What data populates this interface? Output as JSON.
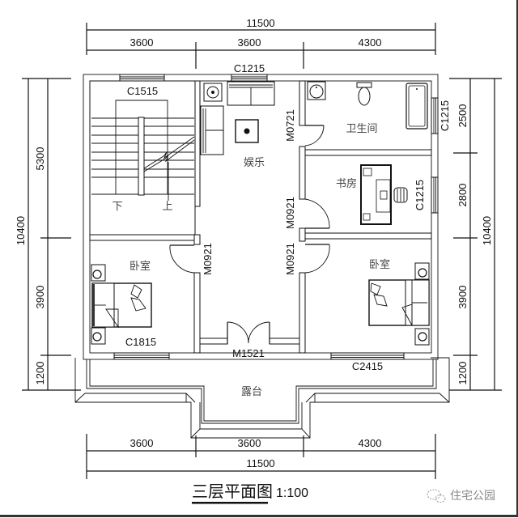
{
  "title": {
    "text": "三层平面图",
    "scale": "1:100"
  },
  "watermark": {
    "icon": "wechat-icon",
    "text": "住宅公园"
  },
  "dimensions": {
    "top": {
      "total": "11500",
      "segments": [
        "3600",
        "3600",
        "4300"
      ]
    },
    "bottom": {
      "total": "11500",
      "segments": [
        "3600",
        "3600",
        "4300"
      ]
    },
    "left": {
      "total": "10400",
      "segments": [
        "5300",
        "3900",
        "1200"
      ]
    },
    "right": {
      "total": "10400",
      "segments": [
        "2500",
        "2800",
        "3900",
        "1200"
      ]
    }
  },
  "rooms": {
    "entertainment": "娱乐",
    "bathroom": "卫生间",
    "study": "书房",
    "bedroom_left": "卧室",
    "bedroom_right": "卧室",
    "terrace": "露台"
  },
  "stairs": {
    "down": "下",
    "up": "上"
  },
  "windows": {
    "stair": "C1515",
    "entertainment": "C1215",
    "bathroom": "C1215",
    "study": "C1215",
    "bedroom_left": "C1815",
    "bedroom_right": "C2415"
  },
  "doors": {
    "bathroom": "M0721",
    "study": "M0921",
    "bedroom_left": "M0921",
    "bedroom_right": "M0921",
    "terrace": "M1521"
  }
}
